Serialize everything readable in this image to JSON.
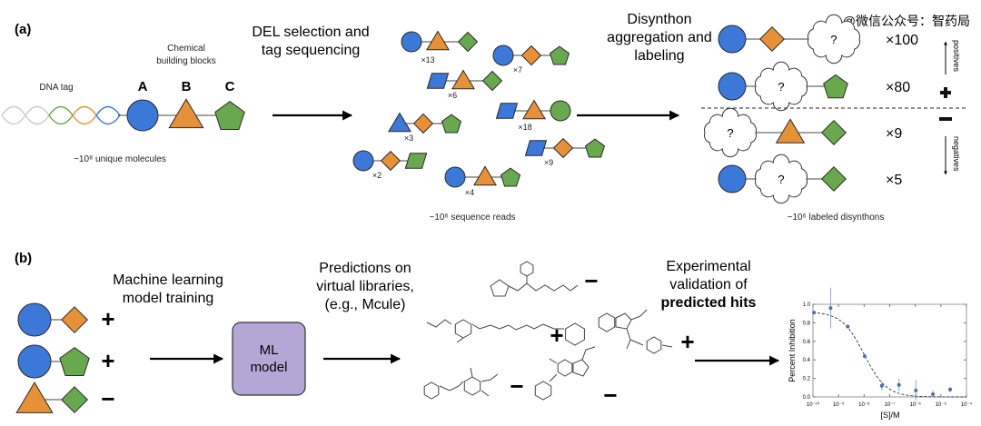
{
  "watermark": "@微信公众号：智药局",
  "colors": {
    "A": "#3c78d8",
    "B": "#e69138",
    "C": "#6aa84f",
    "ml_box": "#b4a7d6"
  },
  "panel_a": {
    "label": "(a)",
    "dna_tag": "DNA tag",
    "building_blocks": [
      "Chemical",
      "building blocks"
    ],
    "letters": [
      "A",
      "B",
      "C"
    ],
    "unique_molecules": "~10⁸ unique molecules",
    "step1": [
      "DEL selection and",
      "tag sequencing"
    ],
    "reads": [
      {
        "shapes": [
          "circle",
          "triangle",
          "diamond"
        ],
        "count": "×13"
      },
      {
        "shapes": [
          "circle",
          "diamond",
          "pentagon"
        ],
        "count": "×7"
      },
      {
        "shapes": [
          "parallelogram",
          "triangle",
          "diamond"
        ],
        "count": "×6"
      },
      {
        "shapes": [
          "parallelogram",
          "triangle",
          "circle"
        ],
        "count": "×18"
      },
      {
        "shapes": [
          "triangle",
          "diamond",
          "pentagon"
        ],
        "count": "×3"
      },
      {
        "shapes": [
          "circle",
          "diamond",
          "parallelogram"
        ],
        "count": "×2"
      },
      {
        "shapes": [
          "parallelogram",
          "diamond",
          "pentagon"
        ],
        "count": "×9"
      },
      {
        "shapes": [
          "circle",
          "triangle",
          "pentagon"
        ],
        "count": "×4"
      }
    ],
    "sequence_reads": "~10⁶ sequence reads",
    "step2": [
      "Disynthon",
      "aggregation and",
      "labeling"
    ],
    "disynthons": [
      {
        "shapes": [
          "circle",
          "diamond",
          "cloud"
        ],
        "count": "×100"
      },
      {
        "shapes": [
          "circle",
          "cloud",
          "pentagon"
        ],
        "count": "×80"
      },
      {
        "shapes": [
          "cloud",
          "triangle",
          "diamond"
        ],
        "count": "×9"
      },
      {
        "shapes": [
          "circle",
          "cloud",
          "diamond"
        ],
        "count": "×5"
      }
    ],
    "cloud_mark": "?",
    "positives": "positives",
    "negatives": "negatives",
    "labeled_disynthons": "~10⁶ labeled disynthons"
  },
  "panel_b": {
    "label": "(b)",
    "training_title": [
      "Machine learning",
      "model training"
    ],
    "training_examples": [
      {
        "shapes": [
          "circle",
          "diamond"
        ],
        "label": "+"
      },
      {
        "shapes": [
          "circle",
          "pentagon"
        ],
        "label": "+"
      },
      {
        "shapes": [
          "triangle",
          "diamond"
        ],
        "label": "−"
      }
    ],
    "ml_model": [
      "ML",
      "model"
    ],
    "predictions_title": [
      "Predictions on",
      "virtual libraries,",
      "(e.g., Mcule)"
    ],
    "predicted_labels": [
      "−",
      "+",
      "+",
      "−",
      "−"
    ],
    "validation_title": [
      "Experimental",
      "validation of",
      "predicted hits"
    ]
  },
  "chart_data": {
    "type": "scatter",
    "xlabel": "[S]/M",
    "ylabel": "Percent Inhibition",
    "xscale": "log",
    "xlim": [
      1e-10,
      0.0001
    ],
    "ylim": [
      0,
      1.0
    ],
    "xticks": [
      "10⁻¹⁰",
      "10⁻⁹",
      "10⁻⁸",
      "10⁻⁷",
      "10⁻⁶",
      "10⁻⁵",
      "10⁻⁴"
    ],
    "yticks": [
      "0.0",
      "0.2",
      "0.4",
      "0.6",
      "0.8",
      "1.0"
    ],
    "points": [
      {
        "x": 1.1e-10,
        "y": 0.91,
        "err": 0.0
      },
      {
        "x": 4.9e-10,
        "y": 0.96,
        "err": 0.22
      },
      {
        "x": 2.3e-09,
        "y": 0.76,
        "err": 0.02
      },
      {
        "x": 1.05e-08,
        "y": 0.44,
        "err": 0.01
      },
      {
        "x": 4.9e-08,
        "y": 0.12,
        "err": 0.05
      },
      {
        "x": 2.3e-07,
        "y": 0.13,
        "err": 0.07
      },
      {
        "x": 1.05e-06,
        "y": 0.07,
        "err": 0.11
      },
      {
        "x": 4.9e-06,
        "y": 0.03,
        "err": 0.04
      },
      {
        "x": 2.3e-05,
        "y": 0.08,
        "err": 0.03
      }
    ],
    "fit": {
      "style": "dashed",
      "top": 0.92,
      "bottom": 0.0,
      "ic50": 1e-08,
      "hill": 1.0
    },
    "marker_color": "#4a6fa5",
    "grid": false
  }
}
